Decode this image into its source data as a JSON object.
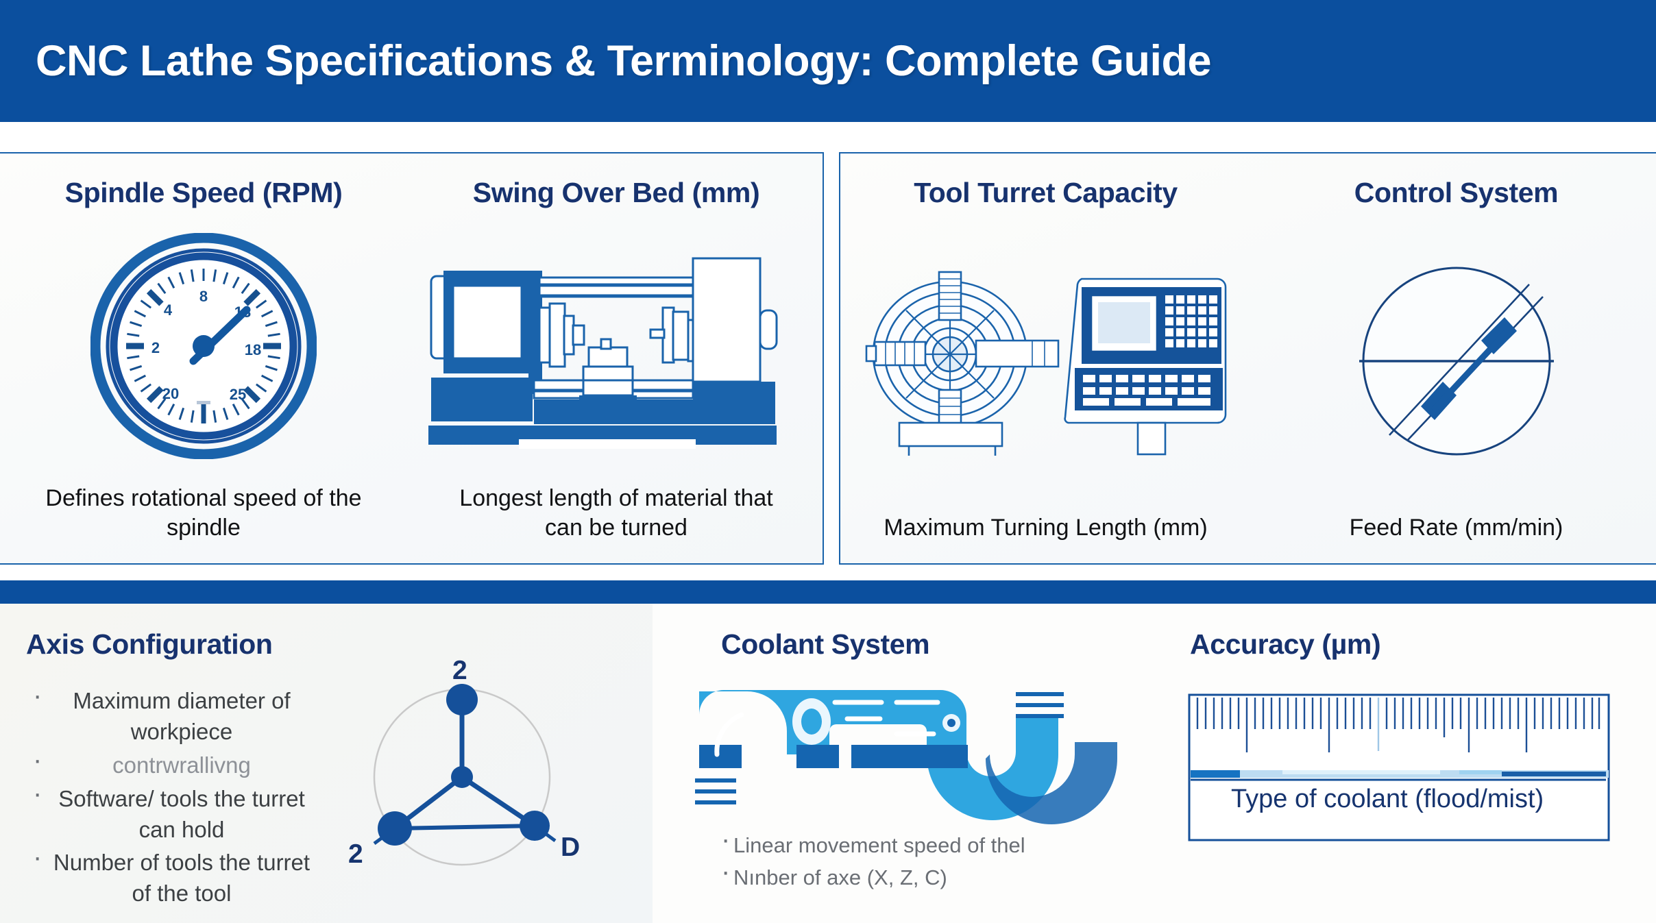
{
  "header": {
    "title": "CNC Lathe Specifications & Terminology: Complete Guide",
    "background_color": "#0b4f9e",
    "text_color": "#ffffff"
  },
  "theme": {
    "primary_blue": "#0b4f9e",
    "dark_navy": "#17326e",
    "line_blue": "#1a63ab",
    "cyan": "#2fa6e0",
    "body_text": "#111214",
    "muted_text": "#6a6e74"
  },
  "top_panels": [
    {
      "title": "Spindle Speed (RPM)",
      "icon": "analog-gauge-icon",
      "caption": "Defines rotational speed of the spindle",
      "gauge": {
        "tick_labels": [
          "2",
          "4",
          "8",
          "13",
          "18",
          "20",
          "25"
        ],
        "needle_points_to": "13"
      }
    },
    {
      "title": "Swing Over Bed (mm)",
      "icon": "cnc-lathe-machine-icon",
      "caption": "Longest length of material that can be turned"
    },
    {
      "title": "Tool Turret Capacity",
      "icon": "turret-and-cnc-controller-icon",
      "caption": "Maximum Turning Length (mm)"
    },
    {
      "title": "Control System",
      "icon": "caliper-in-circle-icon",
      "caption": "Feed Rate (mm/min)"
    }
  ],
  "bottom_sections": {
    "axis": {
      "title": "Axis Configuration",
      "bullets": [
        "Maximum diameter of workpiece",
        "contrwrallivng",
        "Software/ tools the turret can hold",
        "Number of tools the turret of the tool"
      ],
      "diagram": {
        "type": "node-spoke-circle",
        "node_labels": [
          "2",
          "2",
          "D"
        ],
        "node_count": 4
      }
    },
    "coolant": {
      "title": "Coolant System",
      "icon": "coolant-pipe-icon",
      "bullets": [
        "Linear movement speed of thel",
        "Nınber of axe (X, Z, C)"
      ]
    },
    "accuracy": {
      "title": "Accuracy (µm)",
      "icon": "ruler-scale-icon",
      "ruler_label": "Type of coolant    (flood/mist)"
    }
  }
}
